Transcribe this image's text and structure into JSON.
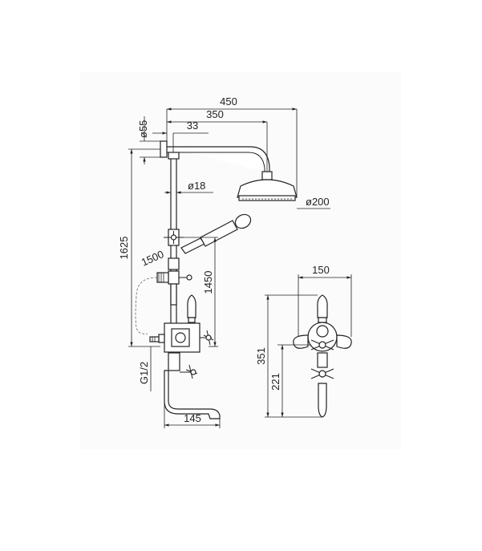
{
  "dimensions": {
    "d450": "450",
    "d350": "350",
    "d33": "33",
    "d55": "ø55",
    "d18": "ø18",
    "d200": "ø200",
    "d1625": "1625",
    "d1500": "1500",
    "d1450": "1450",
    "g12": "G1/2",
    "d145": "145",
    "d150": "150",
    "d351": "351",
    "d221": "221"
  }
}
